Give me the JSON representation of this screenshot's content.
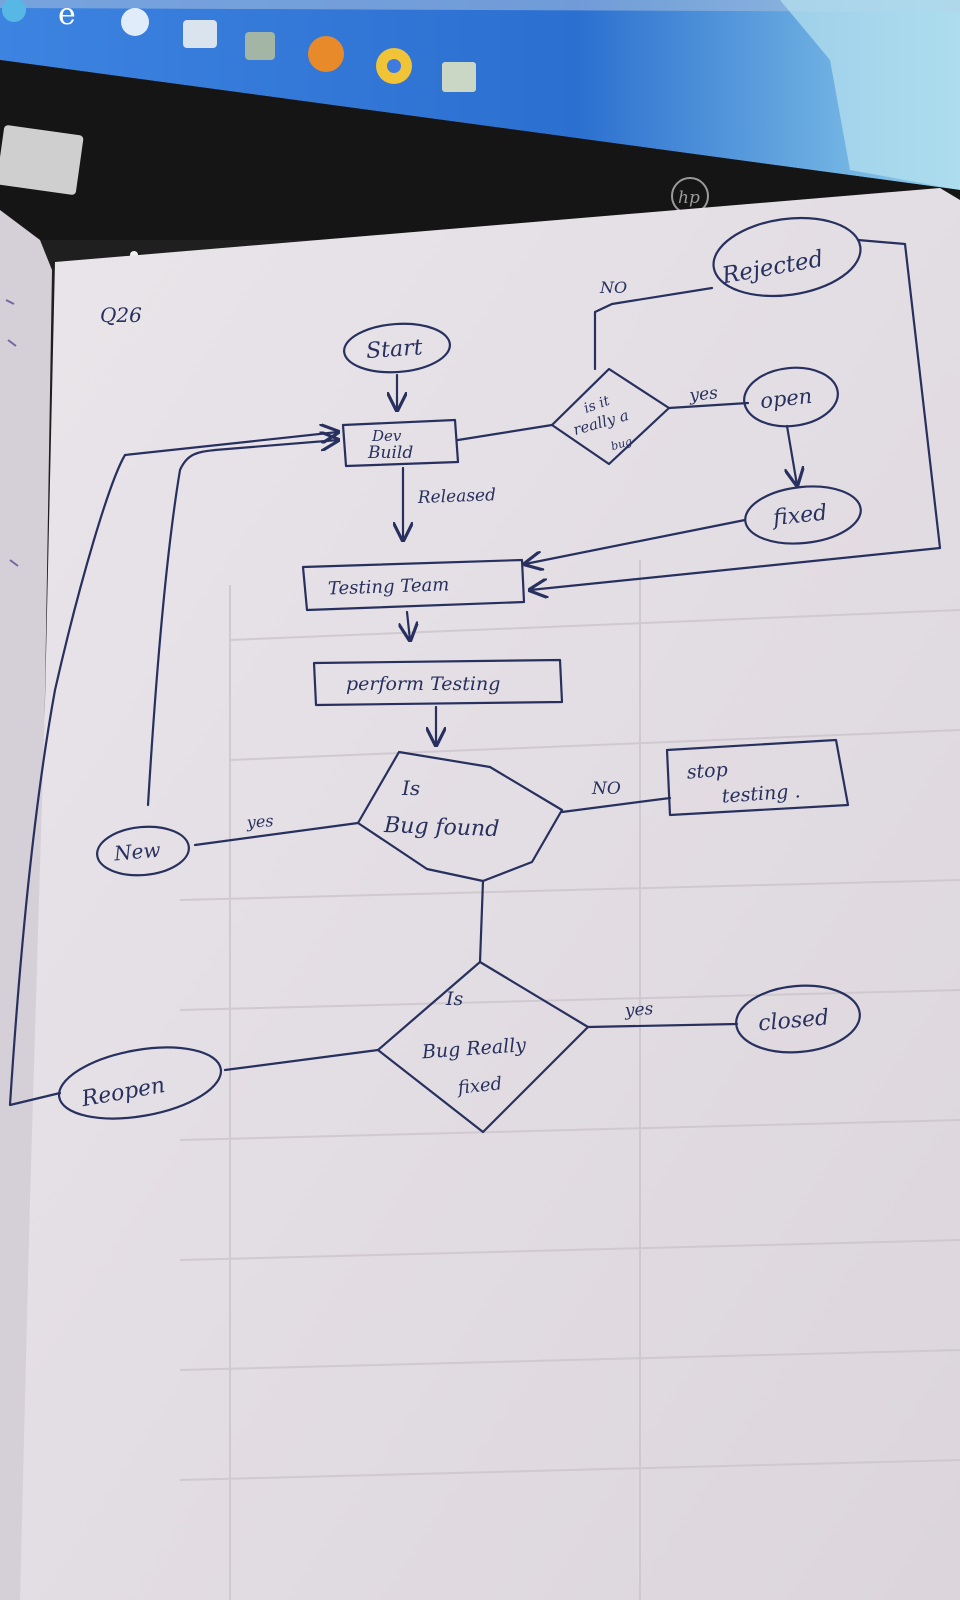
{
  "colors": {
    "paper": "#e6e1e6",
    "ink": "#27305e",
    "faint_print": "#b8b2b8",
    "monitor_bezel": "#151515",
    "taskbar": "#2b74d6"
  },
  "taskbar": {
    "icons": [
      "windows-logo-icon",
      "internet-explorer-icon",
      "media-player-icon",
      "file-explorer-icon",
      "app-icon",
      "firefox-icon",
      "chrome-icon",
      "image-viewer-icon"
    ]
  },
  "monitor": {
    "brand": "hp"
  },
  "page": {
    "label": "Q26"
  },
  "flowchart": {
    "nodes": {
      "start": "Start",
      "dev_build": [
        "Dev",
        "Build"
      ],
      "is_it_really_a_bug": [
        "is it",
        "really a",
        "bug"
      ],
      "rejected": "Rejected",
      "open": "open",
      "fixed": "fixed",
      "testing_team": "Testing Team",
      "perform_testing": "perform Testing",
      "is_bug_found": [
        "Is",
        "Bug found"
      ],
      "stop_testing": [
        "stop",
        "testing ."
      ],
      "new": "New",
      "is_bug_really_fixed": [
        "Is",
        "Bug Really",
        "fixed"
      ],
      "closed": "closed",
      "reopen": "Reopen"
    },
    "edge_labels": {
      "released": "Released",
      "no_rejected": "NO",
      "yes_open": "yes",
      "no_stop": "NO",
      "yes_new": "yes",
      "yes_closed": "yes"
    }
  }
}
